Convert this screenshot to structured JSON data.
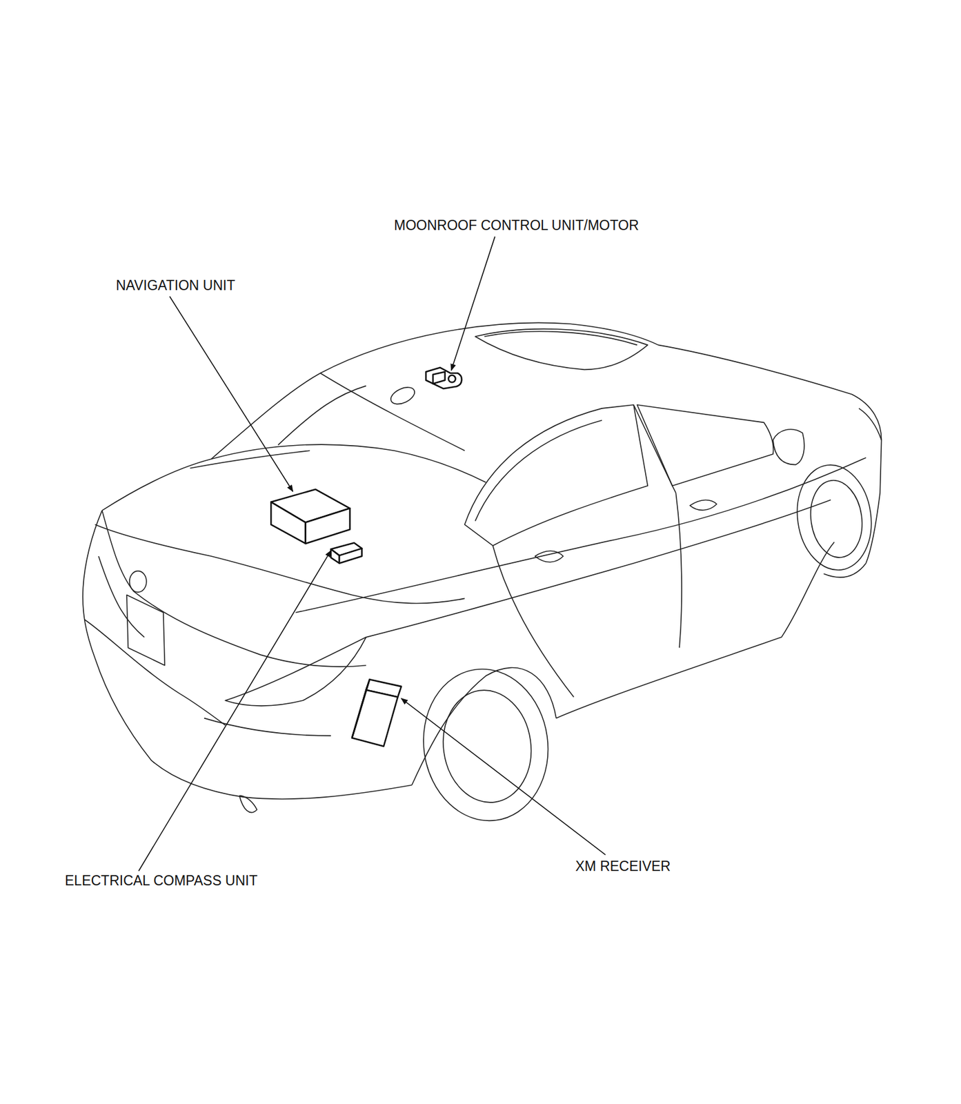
{
  "diagram": {
    "labels": [
      "MOONROOF CONTROL UNIT/MOTOR",
      "NAVIGATION UNIT",
      "ELECTRICAL COMPASS UNIT",
      "XM RECEIVER"
    ]
  }
}
